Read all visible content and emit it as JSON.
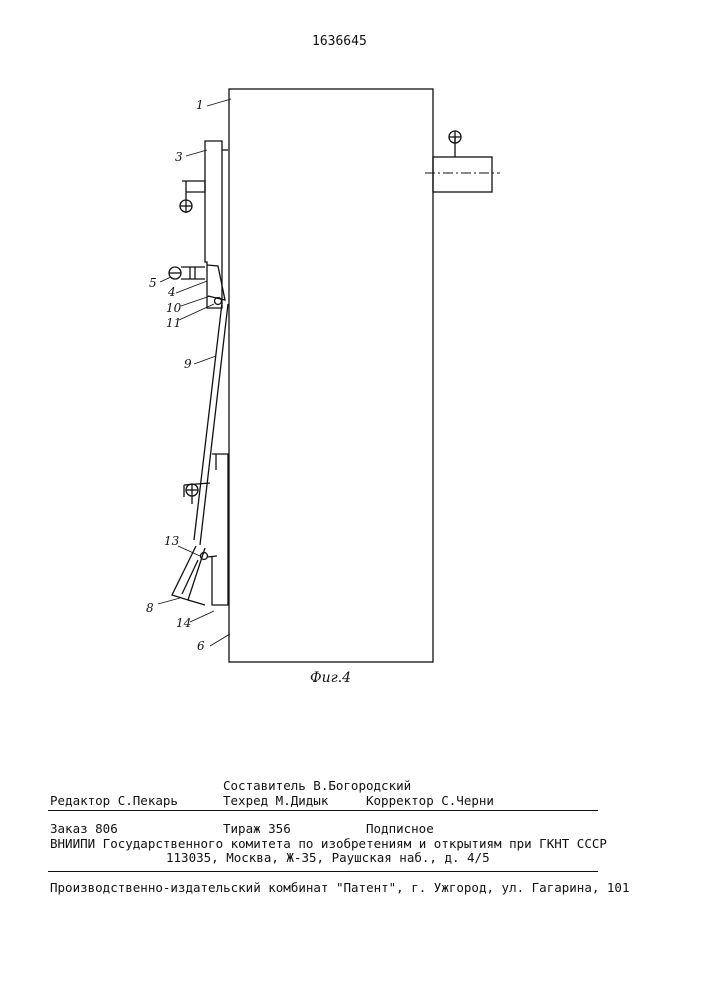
{
  "patent_number": "1636645",
  "figure_caption": "Фиг.4",
  "callouts": {
    "c1": "1",
    "c3": "3",
    "c4": "4",
    "c5": "5",
    "c6": "6",
    "c8": "8",
    "c9": "9",
    "c10": "10",
    "c11": "11",
    "c13": "13",
    "c14": "14"
  },
  "imprint": {
    "composer": "Составитель В.Богородский",
    "editor": "Редактор С.Пекарь",
    "techred": "Техред М.Дидык",
    "corrector": "Корректор С.Черни",
    "order": "Заказ 806",
    "circulation": "Тираж 356",
    "subscription": "Подписное",
    "vniipi_line": "ВНИИПИ Государственного комитета по изобретениям и открытиям при ГКНТ СССР",
    "address_line": "113035, Москва, Ж-35, Раушская наб., д. 4/5",
    "publisher_line": "Производственно-издательский комбинат \"Патент\", г. Ужгород, ул. Гагарина, 101"
  },
  "colors": {
    "ink": "#111111",
    "paper": "#ffffff"
  }
}
